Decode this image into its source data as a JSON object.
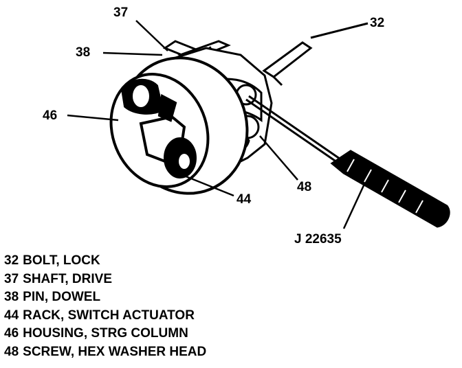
{
  "callouts": {
    "c32": "32",
    "c37": "37",
    "c38": "38",
    "c46": "46",
    "c44": "44",
    "c48": "48",
    "tool": "J 22635"
  },
  "legend": [
    {
      "num": "32",
      "text": "BOLT, LOCK"
    },
    {
      "num": "37",
      "text": "SHAFT, DRIVE"
    },
    {
      "num": "38",
      "text": "PIN, DOWEL"
    },
    {
      "num": "44",
      "text": "RACK, SWITCH ACTUATOR"
    },
    {
      "num": "46",
      "text": "HOUSING, STRG COLUMN"
    },
    {
      "num": "48",
      "text": "SCREW, HEX WASHER HEAD"
    }
  ],
  "colors": {
    "ink": "#000000",
    "paper": "#ffffff"
  }
}
